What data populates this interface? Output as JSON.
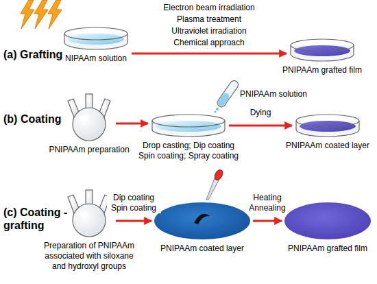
{
  "diagram": {
    "nodes": [
      {
        "text": [
          "NIPAAm solution"
        ]
      },
      {
        "text": [
          "PNIPAAm grafted film"
        ]
      },
      {
        "text": [
          "PNIPAAm preparation"
        ]
      },
      {
        "text": [
          "Drop casting; Dip coating Spin coating; Spray coating"
        ]
      },
      {
        "text": [
          "PNIPAAm coated layer"
        ]
      },
      {
        "text": [
          "Preparation of PNIPAAm associated with siloxane and hydroxyl groups"
        ]
      },
      {
        "text": [
          "PNIPAAm coated layer"
        ]
      },
      {
        "text": [
          "PNIPAAm grafted film"
        ]
      }
    ],
    "edges": [
      {
        "from": 0,
        "to": 1,
        "arrow": "to"
      },
      {
        "from": 2,
        "to": 3,
        "arrow": "to"
      },
      {
        "from": 3,
        "to": 4,
        "label": "Dying",
        "arrow": "to"
      },
      {
        "from": 5,
        "to": 6,
        "label": "Dip coating Spin coating",
        "arrow": "to"
      },
      {
        "from": 6,
        "to": 7,
        "label": "Heating Annealing",
        "arrow": "to"
      }
    ],
    "labels": [
      "(a) Grafting",
      "Electron beam irradiation",
      "Plasma treatment",
      "Ultraviolet irradiation",
      "Chemical approach",
      "(b) Coating",
      "PNIPAAm solution",
      "(c) Coating -grafting"
    ]
  }
}
